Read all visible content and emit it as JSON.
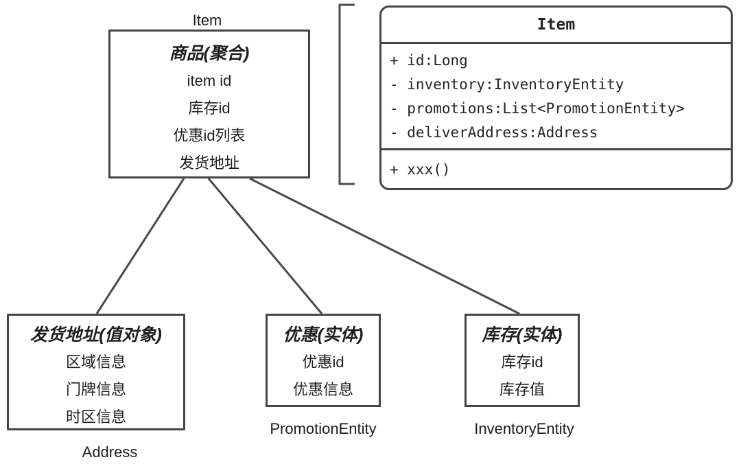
{
  "colors": {
    "stroke": "#454545",
    "text": "#1e1e1e",
    "background": "#ffffff"
  },
  "aggregate": {
    "external_label": "Item",
    "title": "商品(聚合)",
    "rows": [
      "item id",
      "库存id",
      "优惠id列表",
      "发货地址"
    ]
  },
  "uml_class": {
    "title": "Item",
    "attributes": [
      "+ id:Long",
      "- inventory:InventoryEntity",
      "- promotions:List<PromotionEntity>",
      "- deliverAddress:Address"
    ],
    "methods": [
      "+ xxx()"
    ]
  },
  "value_object": {
    "title": "发货地址(值对象)",
    "rows": [
      "区域信息",
      "门牌信息",
      "时区信息"
    ],
    "external_label": "Address"
  },
  "promotion_entity": {
    "title": "优惠(实体)",
    "rows": [
      "优惠id",
      "优惠信息"
    ],
    "external_label": "PromotionEntity"
  },
  "inventory_entity": {
    "title": "库存(实体)",
    "rows": [
      "库存id",
      "库存值"
    ],
    "external_label": "InventoryEntity"
  }
}
